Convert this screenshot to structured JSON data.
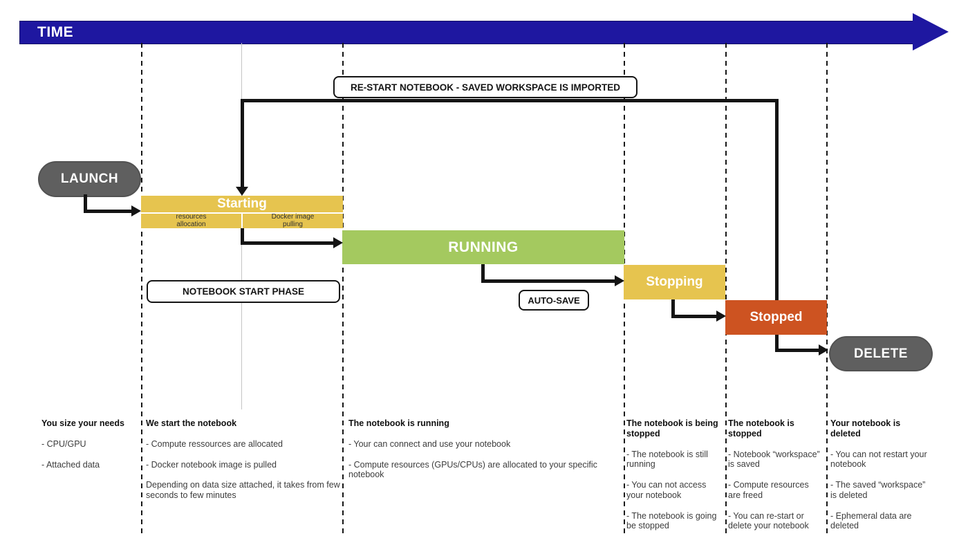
{
  "timeline": {
    "label": "TIME",
    "color": "#1e17a0"
  },
  "labels": {
    "restart": "RE-START NOTEBOOK - SAVED WORKSPACE IS IMPORTED",
    "notebook_start_phase": "NOTEBOOK START PHASE",
    "auto_save": "AUTO-SAVE"
  },
  "nodes": {
    "launch": {
      "label": "LAUNCH",
      "color": "#5f5f5f"
    },
    "starting": {
      "label": "Starting",
      "color": "#e6c44f",
      "sub_left": "resources\nallocation",
      "sub_right": "Docker image\npulling"
    },
    "running": {
      "label": "RUNNING",
      "color": "#a4c95f"
    },
    "stopping": {
      "label": "Stopping",
      "color": "#e6c44f"
    },
    "stopped": {
      "label": "Stopped",
      "color": "#cd5321"
    },
    "delete": {
      "label": "DELETE",
      "color": "#5f5f5f"
    }
  },
  "columns": [
    {
      "heading": "You size your needs",
      "items": [
        "- CPU/GPU",
        "- Attached data"
      ]
    },
    {
      "heading": "We start the notebook",
      "items": [
        "- Compute ressources are allocated",
        "- Docker notebook image is pulled",
        "Depending on data size attached, it takes from few seconds to few minutes"
      ]
    },
    {
      "heading": "The notebook is running",
      "items": [
        "- Your can connect and use your notebook",
        "- Compute resources (GPUs/CPUs) are allocated to your specific notebook"
      ]
    },
    {
      "heading": "The notebook is being stopped",
      "items": [
        "- The notebook is still running",
        "- You can not access your notebook",
        "- The notebook is going be stopped"
      ]
    },
    {
      "heading": "The notebook is stopped",
      "items": [
        "- Notebook “workspace” is saved",
        "- Compute resources are freed",
        "- You can re-start or delete your notebook"
      ]
    },
    {
      "heading": "Your notebook is deleted",
      "items": [
        "- You can not restart your notebook",
        "- The saved “workspace” is deleted",
        "- Ephemeral data are deleted"
      ]
    }
  ]
}
